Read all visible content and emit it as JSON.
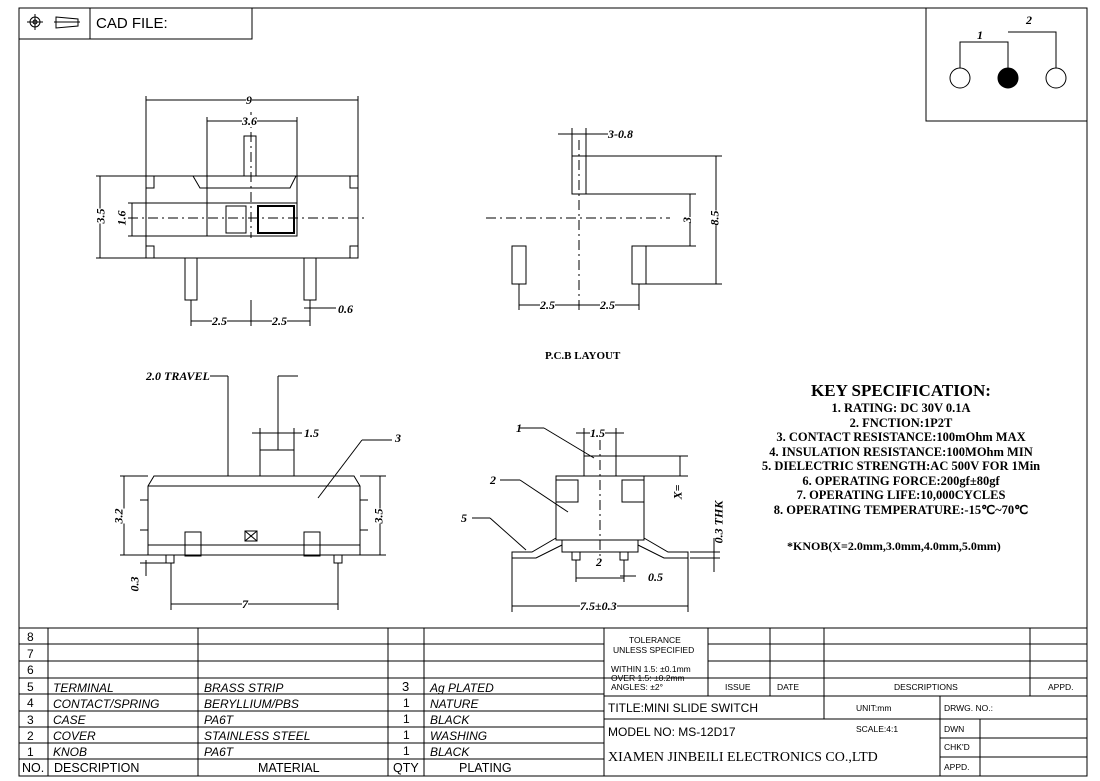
{
  "header": {
    "cad_label": "CAD FILE:",
    "projection_icon": "third-angle-projection-icon"
  },
  "schematic": {
    "label_1": "1",
    "label_2": "2"
  },
  "top_view": {
    "dim_width": "9",
    "dim_knob": "3.6",
    "dim_height": "3.5",
    "dim_inner": "1.6",
    "dim_pitch_left": "2.5",
    "dim_pitch_right": "2.5",
    "dim_pin": "0.6"
  },
  "pcb_layout": {
    "title": "P.C.B LAYOUT",
    "dim_holes": "3-0.8",
    "dim_height": "8.5",
    "dim_offset": "3",
    "dim_left": "2.5",
    "dim_right": "2.5"
  },
  "side_view": {
    "travel": "2.0 TRAVEL",
    "dim_knob": "1.5",
    "callout": "3",
    "dim_height_left": "3.2",
    "dim_height_right": "3.5",
    "dim_base": "0.3",
    "dim_length": "7"
  },
  "end_view": {
    "callout_1": "1",
    "callout_2": "2",
    "callout_5": "5",
    "dim_knob": "1.5",
    "dim_x": "X=",
    "dim_thk": "0.3 THK",
    "dim_pitch": "2",
    "dim_pin": "0.5",
    "dim_total": "7.5±0.3"
  },
  "key_spec": {
    "title": "KEY SPECIFICATION:",
    "items": [
      "1. RATING: DC 30V   0.1A",
      "2. FNCTION:1P2T",
      "3. CONTACT RESISTANCE:100mOhm MAX",
      "4. INSULATION RESISTANCE:100MOhm MIN",
      "5. DIELECTRIC STRENGTH:AC 500V FOR 1Min",
      "6. OPERATING FORCE:200gf±80gf",
      "7. OPERATING LIFE:10,000CYCLES",
      "8. OPERATING TEMPERATURE:-15℃~70℃"
    ],
    "note": "*KNOB(X=2.0mm,3.0mm,4.0mm,5.0mm)"
  },
  "bom": {
    "rows": [
      {
        "no": "8",
        "description": "",
        "material": "",
        "qty": "",
        "plating": ""
      },
      {
        "no": "7",
        "description": "",
        "material": "",
        "qty": "",
        "plating": ""
      },
      {
        "no": "6",
        "description": "",
        "material": "",
        "qty": "",
        "plating": ""
      },
      {
        "no": "5",
        "description": "TERMINAL",
        "material": "BRASS STRIP",
        "qty": "3",
        "plating": "Ag PLATED"
      },
      {
        "no": "4",
        "description": "CONTACT/SPRING",
        "material": "BERYLLIUM/PBS",
        "qty": "1",
        "plating": "NATURE"
      },
      {
        "no": "3",
        "description": "CASE",
        "material": "PA6T",
        "qty": "1",
        "plating": "BLACK"
      },
      {
        "no": "2",
        "description": "COVER",
        "material": "STAINLESS STEEL",
        "qty": "1",
        "plating": "WASHING"
      },
      {
        "no": "1",
        "description": "KNOB",
        "material": "PA6T",
        "qty": "1",
        "plating": "BLACK"
      }
    ],
    "headers": {
      "no": "NO.",
      "description": "DESCRIPTION",
      "material": "MATERIAL",
      "qty": "QTY",
      "plating": "PLATING"
    }
  },
  "title_block": {
    "tolerance_title_1": "TOLERANCE",
    "tolerance_title_2": "UNLESS SPECIFIED",
    "tol_1": "WITHIN 1.5: ±0.1mm",
    "tol_2": "OVER 1.5:  ±0.2mm",
    "tol_3": "ANGLES: ±2°",
    "issue": "ISSUE",
    "date": "DATE",
    "descriptions": "DESCRIPTIONS",
    "appd": "APPD.",
    "title": "TITLE:MINI SLIDE SWITCH",
    "unit": "UNIT:mm",
    "drwg_no": "DRWG. NO.:",
    "model": "MODEL NO: MS-12D17",
    "scale": "SCALE:4:1",
    "dwn": "DWN",
    "company": "XIAMEN JINBEILI ELECTRONICS CO.,LTD",
    "chkd": "CHK'D",
    "appd2": "APPD."
  }
}
